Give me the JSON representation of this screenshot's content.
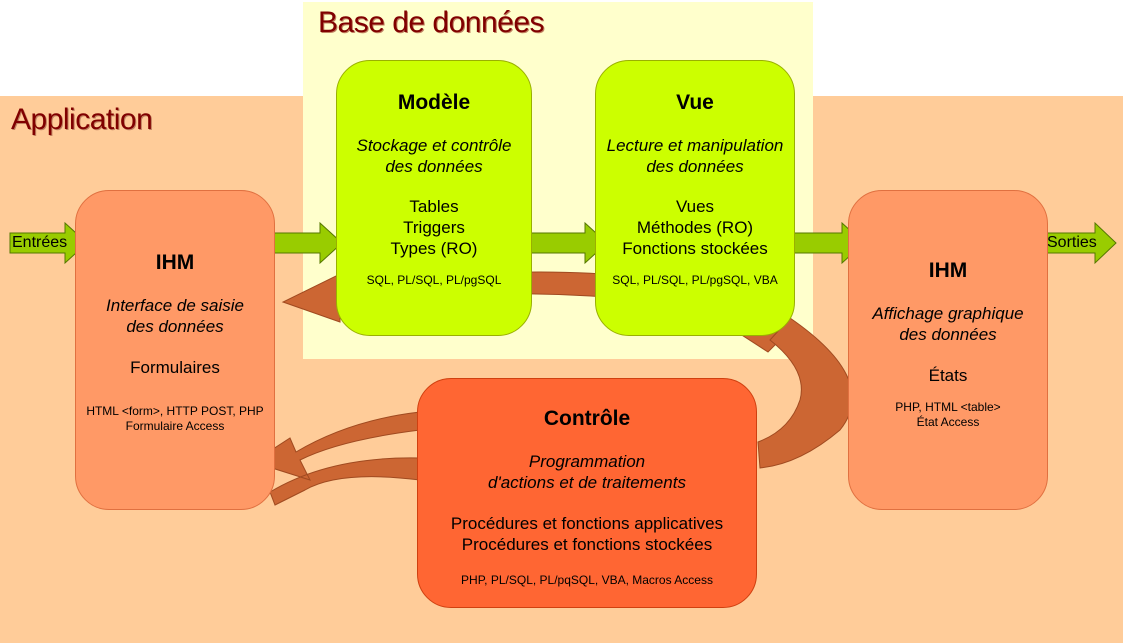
{
  "regions": {
    "database_title": "Base de données",
    "application_title": "Application"
  },
  "model": {
    "title": "Modèle",
    "subtitle_1": "Stockage et contrôle",
    "subtitle_2": "des données",
    "items": [
      "Tables",
      "Triggers",
      "Types (RO)"
    ],
    "tech": "SQL, PL/SQL, PL/pgSQL"
  },
  "view": {
    "title": "Vue",
    "subtitle_1": "Lecture et manipulation",
    "subtitle_2": "des données",
    "items": [
      "Vues",
      "Méthodes (RO)",
      "Fonctions stockées"
    ],
    "tech": "SQL, PL/SQL, PL/pgSQL, VBA"
  },
  "ihm_in": {
    "title": "IHM",
    "subtitle_1": "Interface de saisie",
    "subtitle_2": "des données",
    "items": [
      "Formulaires"
    ],
    "tech_1": "HTML <form>, HTTP POST, PHP",
    "tech_2": "Formulaire Access"
  },
  "ihm_out": {
    "title": "IHM",
    "subtitle_1": "Affichage graphique",
    "subtitle_2": "des données",
    "items": [
      "États"
    ],
    "tech_1": "PHP, HTML <table>",
    "tech_2": "État Access"
  },
  "control": {
    "title": "Contrôle",
    "subtitle_1": "Programmation",
    "subtitle_2": "d'actions et de traitements",
    "items": [
      "Procédures et fonctions applicatives",
      "Procédures et fonctions stockées"
    ],
    "tech": "PHP, PL/SQL, PL/pqSQL, VBA, Macros Access"
  },
  "arrows": {
    "input_label": "Entrées",
    "output_label": "Sorties"
  },
  "colors": {
    "application_bg": "#ffcc99",
    "database_bg": "#ffffcc",
    "model_view_fill": "#ccff00",
    "ihm_fill": "#ff9966",
    "control_fill": "#ff6633",
    "flow_arrow_fill": "#99cc00",
    "loop_arrow_fill": "#cc6633",
    "region_title_color": "#800000"
  }
}
